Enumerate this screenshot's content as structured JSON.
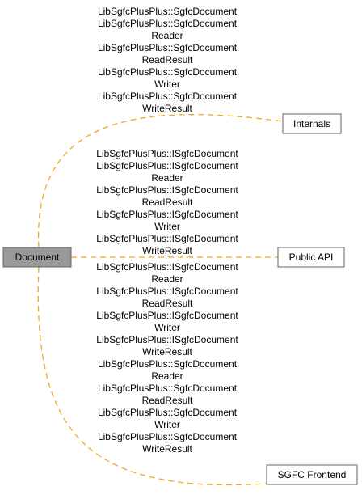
{
  "diagram": {
    "edge_color": "#f5a623",
    "main_fill": "#999999",
    "nodes": {
      "document": {
        "label": "Document"
      },
      "internals": {
        "label": "Internals"
      },
      "public_api": {
        "label": "Public API"
      },
      "sgfc_frontend": {
        "label": "SGFC Frontend"
      }
    },
    "edges": {
      "internals": {
        "lines": [
          "LibSgfcPlusPlus::SgfcDocument",
          "LibSgfcPlusPlus::SgfcDocument",
          "Reader",
          "LibSgfcPlusPlus::SgfcDocument",
          "ReadResult",
          "LibSgfcPlusPlus::SgfcDocument",
          "Writer",
          "LibSgfcPlusPlus::SgfcDocument",
          "WriteResult"
        ]
      },
      "public_api": {
        "lines": [
          "LibSgfcPlusPlus::ISgfcDocument",
          "LibSgfcPlusPlus::ISgfcDocument",
          "Reader",
          "LibSgfcPlusPlus::ISgfcDocument",
          "ReadResult",
          "LibSgfcPlusPlus::ISgfcDocument",
          "Writer",
          "LibSgfcPlusPlus::ISgfcDocument",
          "WriteResult"
        ]
      },
      "sgfc_frontend": {
        "lines": [
          "LibSgfcPlusPlus::ISgfcDocument",
          "Reader",
          "LibSgfcPlusPlus::ISgfcDocument",
          "ReadResult",
          "LibSgfcPlusPlus::ISgfcDocument",
          "Writer",
          "LibSgfcPlusPlus::ISgfcDocument",
          "WriteResult",
          "LibSgfcPlusPlus::SgfcDocument",
          "Reader",
          "LibSgfcPlusPlus::SgfcDocument",
          "ReadResult",
          "LibSgfcPlusPlus::SgfcDocument",
          "Writer",
          "LibSgfcPlusPlus::SgfcDocument",
          "WriteResult"
        ]
      }
    }
  }
}
